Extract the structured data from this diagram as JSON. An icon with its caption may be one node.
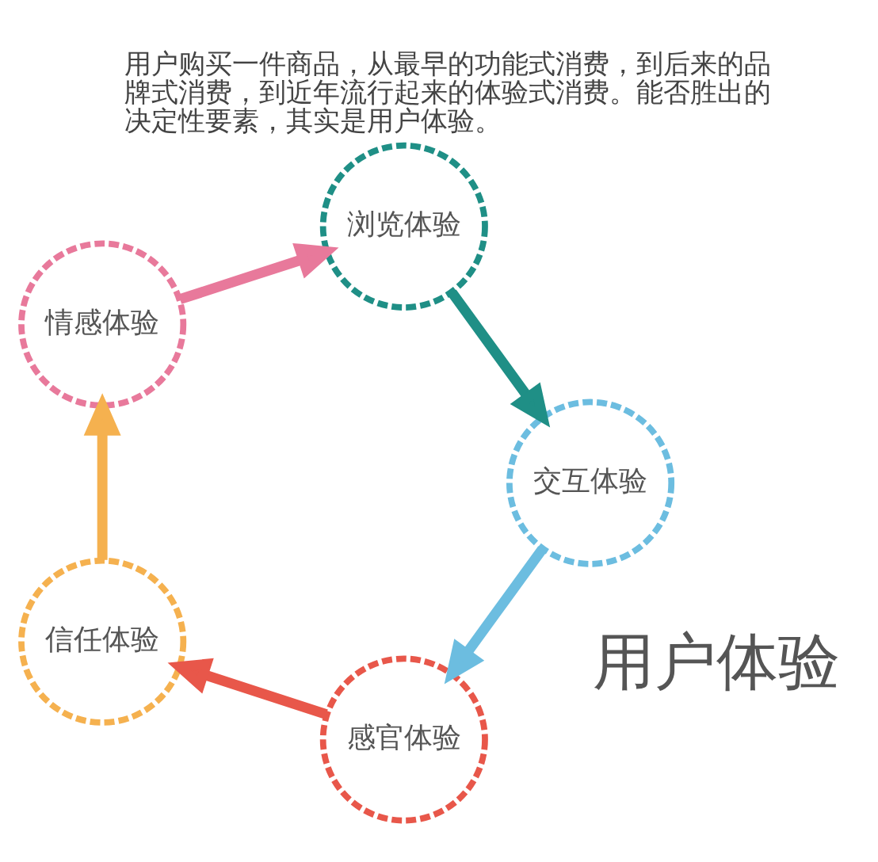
{
  "diagram": {
    "title": "用户购买一件商品，从最早的功能式消费，到后来的品牌式消费，到近年流行起来的体验式消费。能否胜出的决定性要素，其实是用户体验。",
    "nodes": [
      {
        "text": [
          "用户体验"
        ]
      },
      {
        "text": [
          "感官体验"
        ]
      },
      {
        "text": [
          "交互体验"
        ]
      },
      {
        "text": [
          "浏览体验"
        ]
      },
      {
        "text": [
          "情感体验"
        ]
      },
      {
        "text": [
          "信任体验"
        ]
      }
    ],
    "edges": [
      {
        "from": 1,
        "to": 5,
        "arrow": "to",
        "color": "#e8574a"
      },
      {
        "from": 5,
        "to": 4,
        "arrow": "to",
        "color": "#f5b14f"
      },
      {
        "from": 4,
        "to": 3,
        "arrow": "to",
        "color": "#e8799b"
      },
      {
        "from": 3,
        "to": 2,
        "arrow": "to",
        "color": "#1f8f86"
      },
      {
        "from": 2,
        "to": 1,
        "arrow": "to",
        "color": "#6cbde0"
      }
    ]
  }
}
